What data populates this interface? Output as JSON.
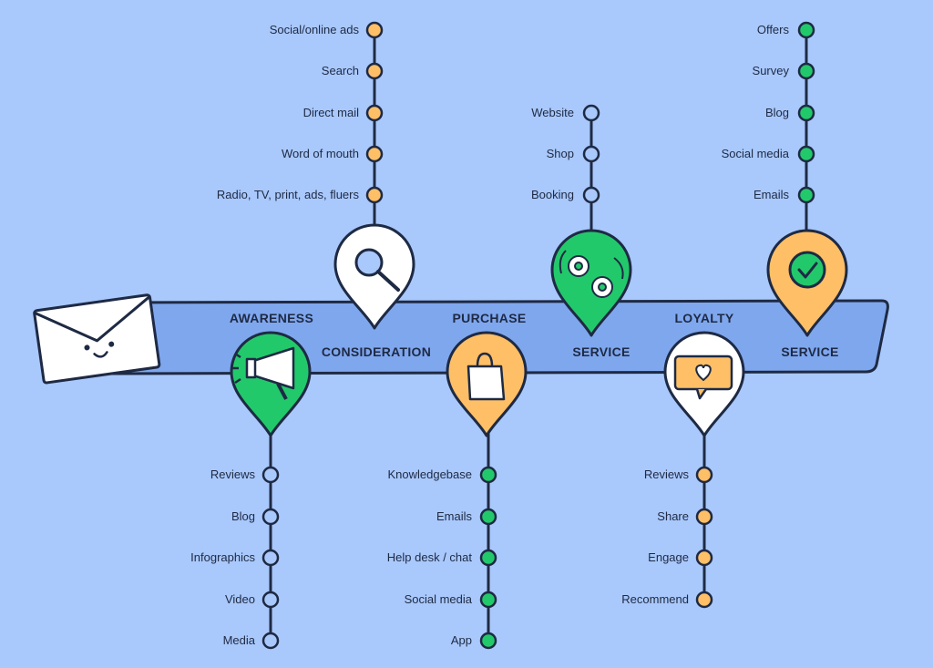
{
  "colors": {
    "background": "#a9c8fb",
    "band": "#7fa7ee",
    "outline": "#1e2a44",
    "orange": "#ffbf66",
    "green": "#22c96b",
    "white": "#ffffff"
  },
  "stages": {
    "awareness": "AWARENESS",
    "consideration": "CONSIDERATION",
    "purchase": "PURCHASE",
    "service_1": "SERVICE",
    "loyalty": "LOYALTY",
    "service_2": "SERVICE"
  },
  "touchpoints": {
    "consideration": [
      "Social/online ads",
      "Search",
      "Direct mail",
      "Word of mouth",
      "Radio, TV, print, ads, fluers"
    ],
    "service_1": [
      "Website",
      "Shop",
      "Booking"
    ],
    "service_2": [
      "Offers",
      "Survey",
      "Blog",
      "Social media",
      "Emails"
    ],
    "awareness": [
      "Reviews",
      "Blog",
      "Infographics",
      "Video",
      "Media"
    ],
    "purchase": [
      "Knowledgebase",
      "Emails",
      "Help desk / chat",
      "Social media",
      "App"
    ],
    "loyalty": [
      "Reviews",
      "Share",
      "Engage",
      "Recommend"
    ]
  },
  "icons": {
    "consideration": "magnifier-icon",
    "service_1": "gears-icon",
    "service_2": "checkmark-icon",
    "awareness": "megaphone-icon",
    "purchase": "shopping-bag-icon",
    "loyalty": "heart-speech-bubble-icon",
    "start": "envelope-icon"
  }
}
